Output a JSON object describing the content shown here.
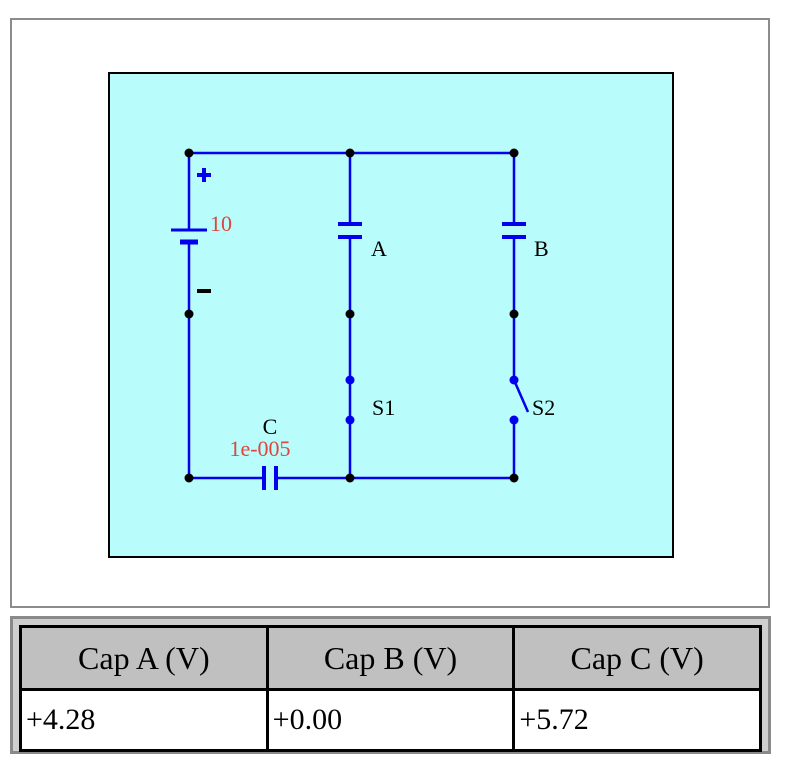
{
  "circuit": {
    "battery": {
      "value": "10",
      "plus": "+",
      "minus": "-"
    },
    "capacitors": {
      "a": {
        "label": "A"
      },
      "b": {
        "label": "B"
      },
      "c": {
        "label": "C",
        "value": "1e-005"
      }
    },
    "switches": {
      "s1": {
        "label": "S1",
        "state": "closed"
      },
      "s2": {
        "label": "S2",
        "state": "open"
      }
    },
    "colors": {
      "background": "#b8fcfc",
      "wire": "#0000ee",
      "node": "#000000",
      "value_text": "#e0443c"
    }
  },
  "readout": {
    "headers": [
      "Cap A (V)",
      "Cap B (V)",
      "Cap C (V)"
    ],
    "values": [
      "+4.28",
      "+0.00",
      "+5.72"
    ]
  }
}
